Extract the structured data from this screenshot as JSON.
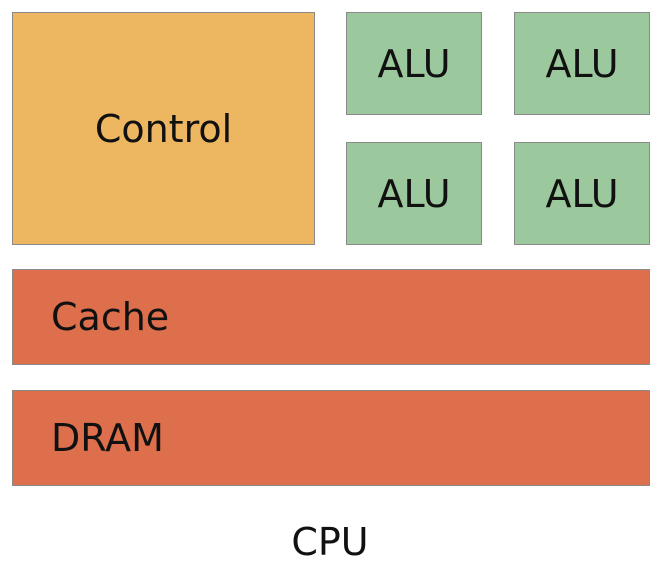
{
  "diagram": {
    "control": {
      "label": "Control",
      "color": "#EDB660"
    },
    "alus": [
      {
        "label": "ALU"
      },
      {
        "label": "ALU"
      },
      {
        "label": "ALU"
      },
      {
        "label": "ALU"
      }
    ],
    "alu_color": "#9BC89D",
    "cache": {
      "label": "Cache",
      "color": "#DE6F4C"
    },
    "dram": {
      "label": "DRAM",
      "color": "#DE6F4C"
    },
    "caption": "CPU"
  }
}
